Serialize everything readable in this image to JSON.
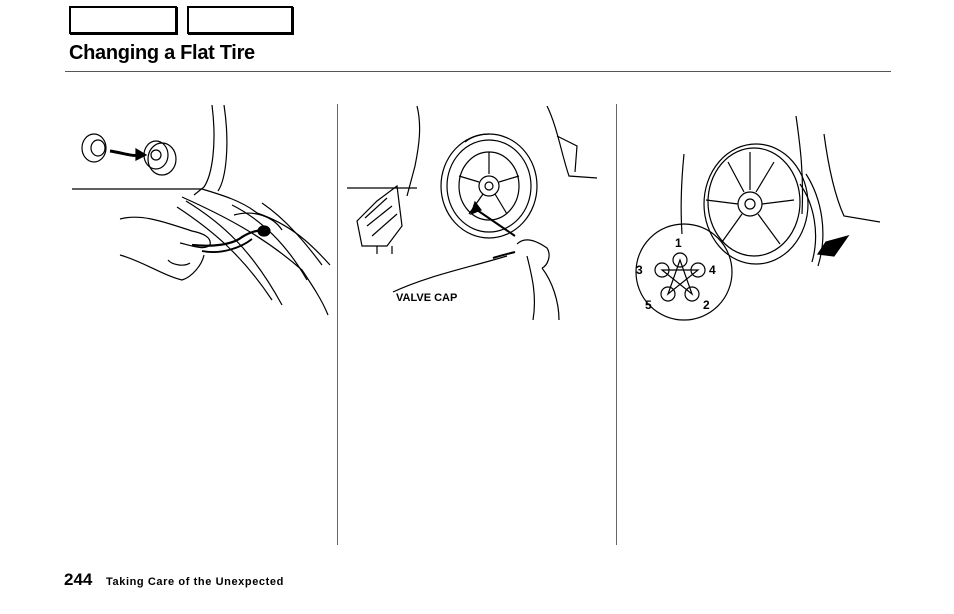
{
  "title": "Changing a Flat Tire",
  "figures": {
    "valve_cap_label": "VALVE CAP",
    "lug_nut_order": [
      "1",
      "3",
      "4",
      "5",
      "2"
    ]
  },
  "footer": {
    "page_number": "244",
    "section": "Taking Care of the Unexpected"
  }
}
